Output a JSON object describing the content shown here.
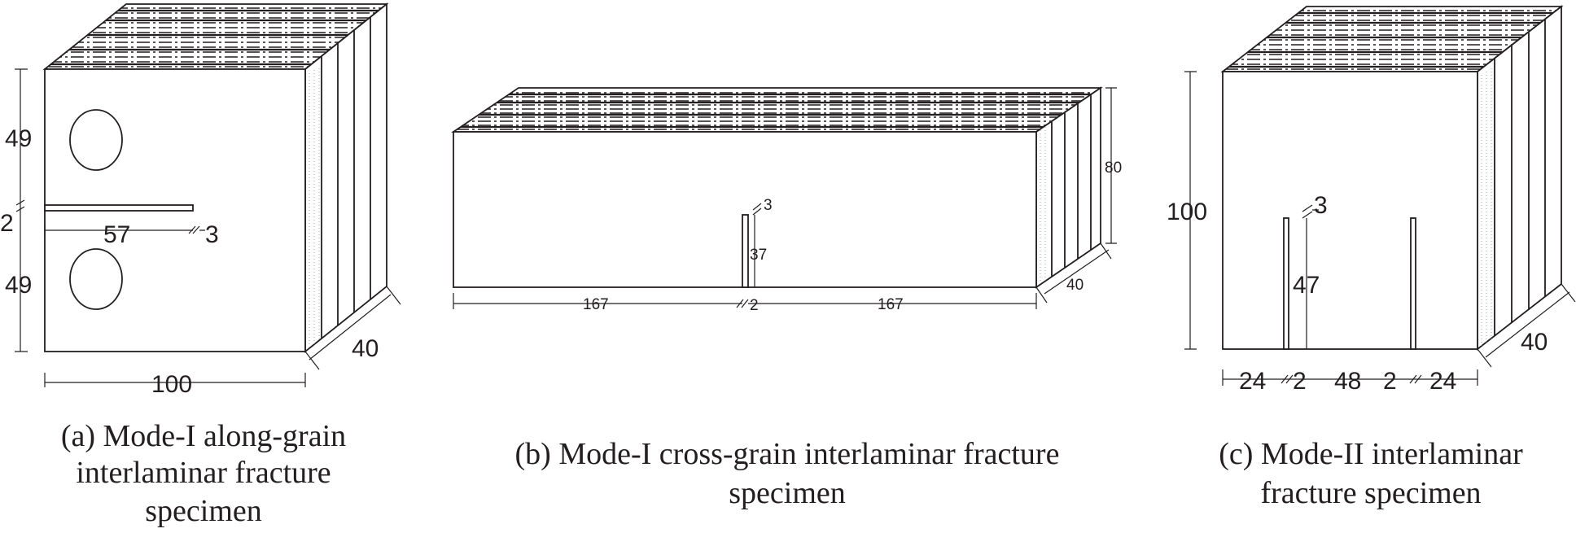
{
  "panel_a": {
    "dims": {
      "top_half": "49",
      "gap": "2",
      "notch_len": "57",
      "notch_w": "3",
      "bottom_half": "49",
      "width": "100",
      "depth": "40"
    },
    "caption": [
      "(a) Mode-I along-grain",
      "interlaminar fracture",
      "specimen"
    ]
  },
  "panel_b": {
    "dims": {
      "height": "80",
      "notch_w": "3",
      "notch_depth": "37",
      "left": "167",
      "gap": "2",
      "right": "167",
      "depth": "40"
    },
    "caption": [
      "(b) Mode-I cross-grain interlaminar fracture",
      "specimen"
    ]
  },
  "panel_c": {
    "dims": {
      "height": "100",
      "notch_w": "3",
      "notch_depth": "47",
      "seg1": "24",
      "gap1": "2",
      "mid": "48",
      "gap2": "2",
      "seg2": "24",
      "depth": "40"
    },
    "caption": [
      "(c) Mode-II interlaminar",
      "fracture specimen"
    ]
  }
}
